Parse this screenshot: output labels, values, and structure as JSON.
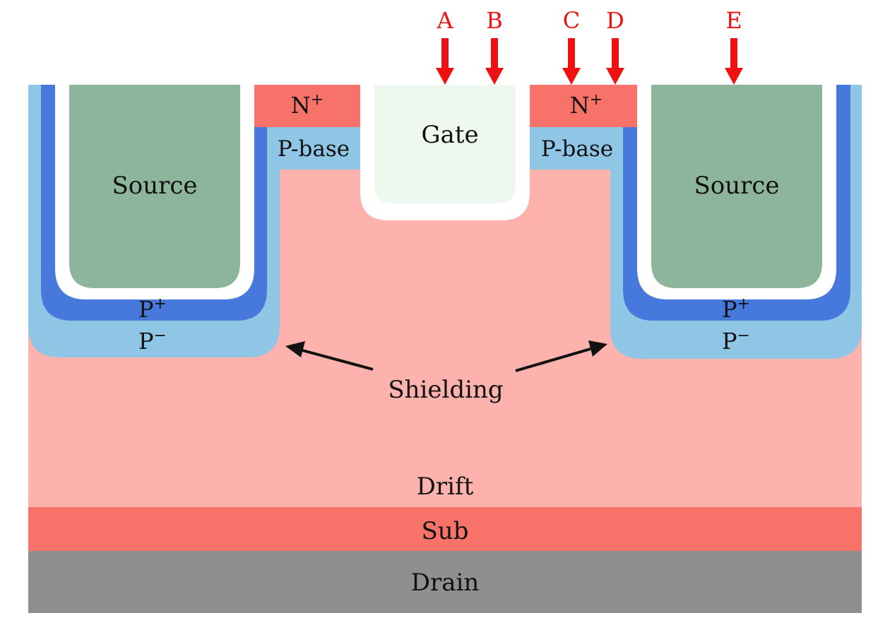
{
  "labels": {
    "source_left": "Source",
    "source_right": "Source",
    "gate": "Gate",
    "nplus_left": "N",
    "nplus_right": "N",
    "nplus_sup": "+",
    "pbase_left": "P-base",
    "pbase_right": "P-base",
    "pplus_left": "P",
    "pplus_right": "P",
    "pplus_sup": "+",
    "pminus_left": "P",
    "pminus_right": "P",
    "pminus_sup": "−",
    "shielding": "Shielding",
    "drift": "Drift",
    "sub": "Sub",
    "drain": "Drain"
  },
  "markers": [
    "A",
    "B",
    "C",
    "D",
    "E"
  ],
  "colors": {
    "drift": "#fdb2ad",
    "sub": "#f77268",
    "drain": "#8f8f8f",
    "nplus": "#f77268",
    "pbase": "#8fc6e5",
    "pminus": "#8fc6e5",
    "pplus": "#4679db",
    "oxide": "#ffffff",
    "source": "#8db59b",
    "gate": "#eef8ee",
    "marker": "#ee1111",
    "annotation": "#111111"
  }
}
